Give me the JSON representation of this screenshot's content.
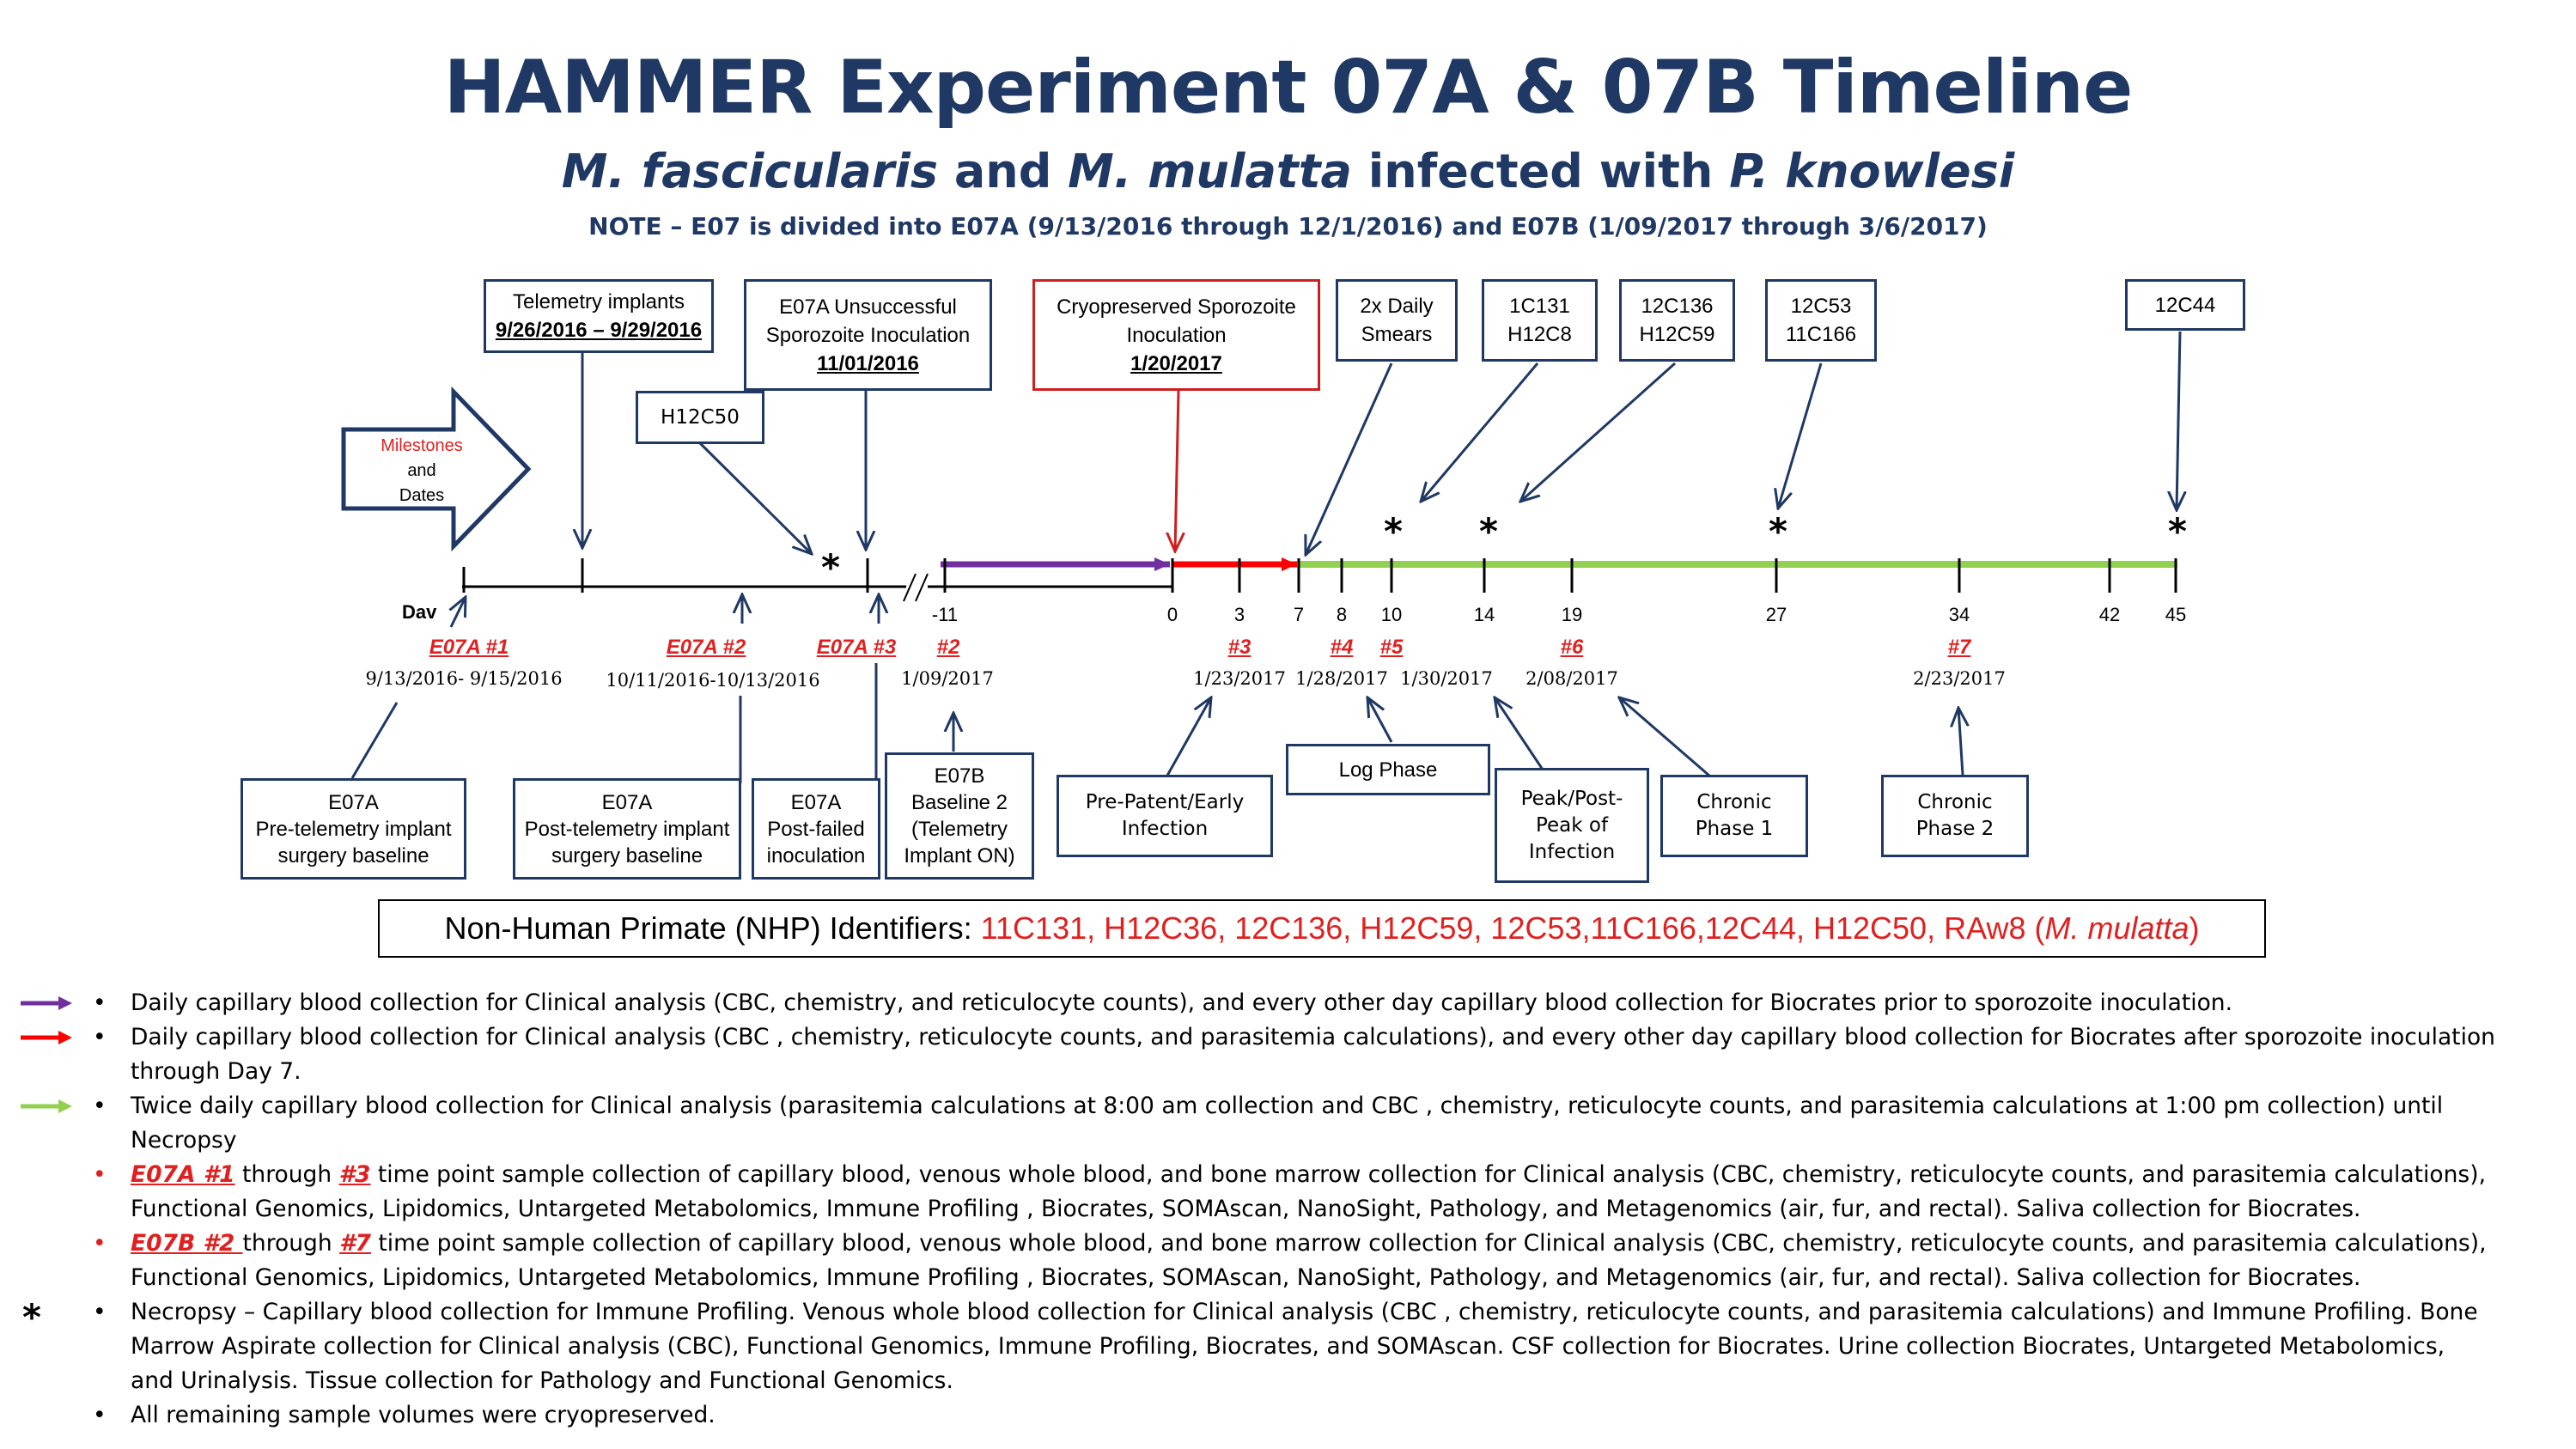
{
  "title": "HAMMER Experiment 07A & 07B Timeline",
  "subtitle": {
    "sp1": "M. fascicularis",
    "and": " and ",
    "sp2": "M. mulatta",
    "infected": " infected with ",
    "sp3": "P. knowlesi"
  },
  "note": "NOTE – E07 is divided into E07A (9/13/2016 through 12/1/2016) and E07B (1/09/2017 through 3/6/2017)",
  "milestone_arrow": {
    "line1": "Milestones",
    "line2": "and",
    "line3": "Dates"
  },
  "colors": {
    "navy": "#1f3864",
    "red": "#e02020",
    "purple": "#7030a0",
    "green": "#92d050",
    "arrow_red": "#ff0000"
  },
  "top_boxes": [
    {
      "line1": "Telemetry implants",
      "line2": "9/26/2016 – 9/29/2016"
    },
    {
      "line1": "E07A Unsuccessful",
      "line2": "Sporozoite Inoculation",
      "line3": "11/01/2016"
    },
    {
      "line1": "H12C50"
    },
    {
      "line1": "Cryopreserved Sporozoite",
      "line2": "Inoculation",
      "line3": "1/20/2017"
    },
    {
      "line1": "2x Daily",
      "line2": "Smears"
    },
    {
      "line1": "1C131",
      "line2": "H12C8"
    },
    {
      "line1": "12C136",
      "line2": "H12C59"
    },
    {
      "line1": "12C53",
      "line2": "11C166"
    },
    {
      "line1": "12C44"
    }
  ],
  "day_label": "Dav",
  "ticks": [
    "-11",
    "0",
    "3",
    "7",
    "8",
    "10",
    "14",
    "19",
    "27",
    "34",
    "42",
    "45"
  ],
  "events": [
    {
      "label": "E07A #1",
      "date": "9/13/2016- 9/15/2016"
    },
    {
      "label": "E07A #2",
      "date": "10/11/2016-10/13/2016"
    },
    {
      "label": "E07A #3"
    },
    {
      "label": "#2",
      "date": "1/09/2017"
    },
    {
      "label": "#3",
      "date": "1/23/2017"
    },
    {
      "label": "#4",
      "date": "1/28/2017"
    },
    {
      "label": "#5",
      "date": "1/30/2017"
    },
    {
      "label": "#6",
      "date": "2/08/2017"
    },
    {
      "label": "#7",
      "date": "2/23/2017"
    }
  ],
  "bottom_boxes": [
    {
      "line1": "E07A",
      "line2": "Pre-telemetry implant",
      "line3": "surgery baseline"
    },
    {
      "line1": "E07A",
      "line2": "Post-telemetry implant",
      "line3": "surgery baseline"
    },
    {
      "line1": "E07A",
      "line2": "Post-failed",
      "line3": "inoculation"
    },
    {
      "line1": "E07B",
      "line2": "Baseline 2",
      "line3": "(Telemetry",
      "line4": "Implant ON)"
    },
    {
      "line1": "Pre-Patent/Early",
      "line2": "Infection"
    },
    {
      "line1": "Log Phase"
    },
    {
      "line1": "Peak/Post-",
      "line2": "Peak of",
      "line3": "Infection"
    },
    {
      "line1": "Chronic",
      "line2": "Phase 1"
    },
    {
      "line1": "Chronic",
      "line2": "Phase 2"
    }
  ],
  "nhp": {
    "prefix": "Non-Human Primate (NHP) Identifiers: ",
    "ids": "11C131, H12C36, 12C136, H12C59, 12C53,11C166,12C44, H12C50, RAw8 (",
    "species": "M. mulatta",
    "close": ")"
  },
  "legend": {
    "bullet": "•",
    "purple": "Daily capillary blood collection for Clinical analysis (CBC, chemistry, and reticulocyte counts), and every other day capillary blood collection for Biocrates prior to sporozoite inoculation.",
    "red1": "Daily capillary blood collection for Clinical analysis (CBC , chemistry, reticulocyte counts, and parasitemia calculations), and every other day capillary blood collection for Biocrates after sporozoite inoculation",
    "red2": "through Day 7.",
    "green1": "Twice daily capillary blood collection for Clinical analysis (parasitemia calculations at 8:00 am collection and CBC , chemistry, reticulocyte counts, and parasitemia calculations at 1:00 pm collection) until",
    "green2": "Necropsy",
    "a_start": "E07A #1",
    "a_through": " through ",
    "a_end": "#3",
    "a_text1": " time point sample collection of capillary blood, venous whole blood, and bone marrow collection for Clinical analysis (CBC, chemistry, reticulocyte counts, and parasitemia calculations),",
    "a_text2": "Functional Genomics, Lipidomics, Untargeted Metabolomics, Immune Profiling , Biocrates, SOMAscan, NanoSight, Pathology, and Metagenomics (air, fur, and rectal). Saliva collection for Biocrates.",
    "b_start": "E07B #2 ",
    "b_through": "through ",
    "b_end": "#7",
    "b_text1": " time point sample collection of capillary blood, venous whole blood, and bone marrow collection for Clinical analysis (CBC, chemistry, reticulocyte counts, and parasitemia calculations),",
    "b_text2": "Functional Genomics, Lipidomics, Untargeted Metabolomics, Immune Profiling , Biocrates, SOMAscan, NanoSight, Pathology, and Metagenomics (air, fur, and rectal). Saliva collection for Biocrates.",
    "star": "*",
    "nec1": "Necropsy – Capillary blood collection for Immune Profiling. Venous whole blood collection for Clinical analysis (CBC , chemistry, reticulocyte counts, and parasitemia calculations) and Immune Profiling. Bone",
    "nec2": "Marrow Aspirate collection for Clinical analysis (CBC), Functional Genomics, Immune Profiling, Biocrates, and SOMAscan. CSF collection for Biocrates. Urine collection Biocrates, Untargeted Metabolomics,",
    "nec3": "and Urinalysis.  Tissue collection for Pathology and Functional Genomics.",
    "last": "All remaining sample volumes were cryopreserved."
  }
}
